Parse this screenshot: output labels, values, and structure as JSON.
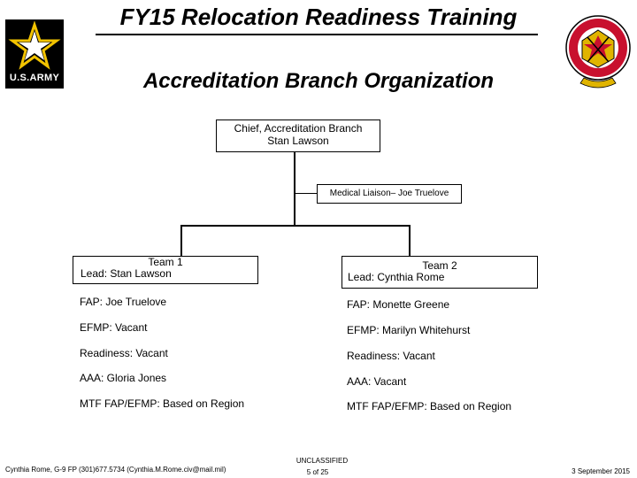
{
  "header": {
    "title": "FY15 Relocation Readiness Training",
    "subtitle": "Accreditation Branch Organization",
    "army_logo_text": "U.S.ARMY"
  },
  "org": {
    "chief": {
      "title": "Chief, Accreditation Branch",
      "name": "Stan Lawson"
    },
    "liaison": "Medical Liaison– Joe Truelove",
    "teams": [
      {
        "name": "Team 1",
        "lead": "Lead:  Stan Lawson",
        "rows": [
          "FAP:  Joe Truelove",
          "EFMP:  Vacant",
          "Readiness:  Vacant",
          "AAA: Gloria Jones",
          "MTF FAP/EFMP: Based on Region"
        ]
      },
      {
        "name": "Team 2",
        "lead": "Lead:  Cynthia Rome",
        "rows": [
          "FAP:  Monette Greene",
          "EFMP:  Marilyn Whitehurst",
          "Readiness: Vacant",
          "AAA: Vacant",
          "MTF FAP/EFMP: Based on Region"
        ]
      }
    ]
  },
  "footer": {
    "contact": "Cynthia Rome, G-9 FP (301)677.5734 (Cynthia.M.Rome.civ@mail.mil)",
    "classification": "UNCLASSIFIED",
    "page": "5  of  25",
    "date": "3 September 2015"
  },
  "colors": {
    "army_black": "#000000",
    "army_gold": "#f2c300",
    "seal_red": "#c8102e",
    "seal_gold": "#e0b400"
  }
}
